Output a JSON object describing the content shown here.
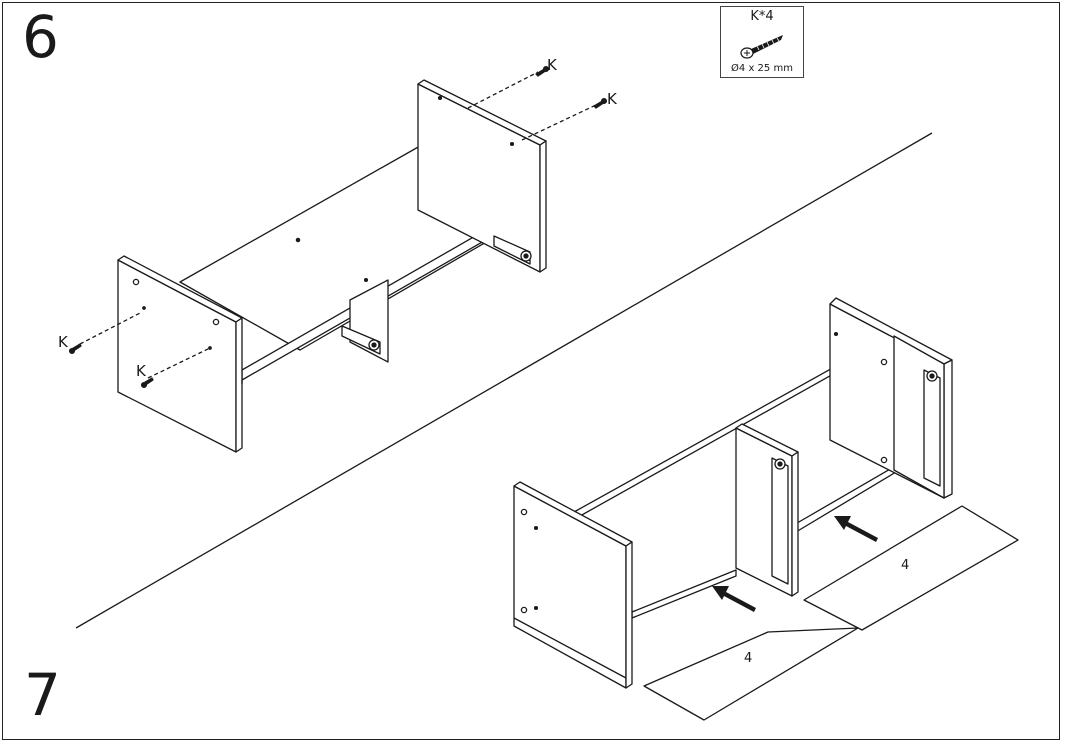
{
  "step6": {
    "number": "6"
  },
  "step7": {
    "number": "7"
  },
  "hardware": {
    "label": "K*4",
    "spec": "Ø4 x 25 mm",
    "icon": "screw-icon"
  },
  "screw_labels": [
    "K",
    "K",
    "K",
    "K"
  ],
  "panel_labels": [
    "4",
    "4"
  ],
  "colors": {
    "line": "#1a1a1a",
    "paper": "#ffffff"
  }
}
